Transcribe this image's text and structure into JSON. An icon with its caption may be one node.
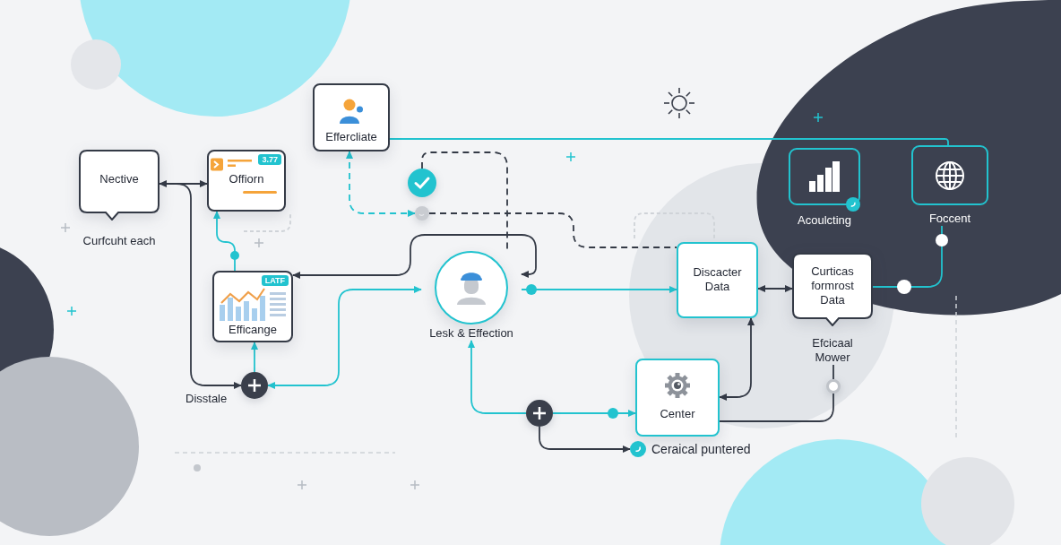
{
  "diagram": {
    "nodes": [
      {
        "text": [
          "Effercliate"
        ]
      },
      {
        "text": [
          "Nective"
        ],
        "beside": [
          "Curfcuht each"
        ]
      },
      {
        "text": [
          "3.77",
          "Offiorn"
        ]
      },
      {
        "text": [
          "Acoulcting"
        ]
      },
      {
        "text": [
          "Foccent"
        ]
      },
      {
        "text": [],
        "shape": "circle"
      },
      {
        "text": [],
        "shape": "circle"
      },
      {
        "text": [
          "LATF",
          "Efficange"
        ]
      },
      {
        "text": [
          "Lesk & Effection"
        ]
      },
      {
        "text": [
          "Discacter Data"
        ]
      },
      {
        "text": [
          "Curticas formrost Data"
        ],
        "beside": [
          "Efcicaal Mower"
        ]
      },
      {
        "text": [],
        "shape": "circle",
        "beside": [
          "Disstale"
        ]
      },
      {
        "text": [
          "Center"
        ]
      },
      {
        "text": [],
        "shape": "circle"
      },
      {
        "text": [],
        "shape": "circle"
      },
      {
        "text": [
          "Ceraical puntered"
        ]
      }
    ],
    "edges": [
      {
        "from": 1,
        "to": 2,
        "arrow": "both"
      },
      {
        "from": 1,
        "to": 11,
        "arrow": "to"
      },
      {
        "from": 0,
        "to": 6,
        "arrow": "both",
        "style": "dashed",
        "color": "#22c3cf"
      },
      {
        "from": 0,
        "to": 4,
        "arrow": "none",
        "color": "#22c3cf"
      },
      {
        "from": 5,
        "to": 8,
        "arrow": "none",
        "style": "dashed"
      },
      {
        "from": 6,
        "to": 9,
        "arrow": "none",
        "style": "dashed"
      },
      {
        "from": 8,
        "to": 7,
        "arrow": "both"
      },
      {
        "from": 8,
        "to": 11,
        "arrow": "both",
        "color": "#22c3cf"
      },
      {
        "from": 8,
        "to": 9,
        "arrow": "to",
        "color": "#22c3cf"
      },
      {
        "from": 7,
        "to": 2,
        "arrow": "to",
        "color": "#22c3cf"
      },
      {
        "from": 11,
        "to": 7,
        "arrow": "to",
        "color": "#22c3cf"
      },
      {
        "from": 9,
        "to": 10,
        "arrow": "both"
      },
      {
        "from": 9,
        "to": 12,
        "arrow": "both"
      },
      {
        "from": 10,
        "to": 4,
        "arrow": "none",
        "color": "#22c3cf"
      },
      {
        "from": 10,
        "to": 13,
        "arrow": "none"
      },
      {
        "from": 13,
        "to": 12,
        "arrow": "none"
      },
      {
        "from": 14,
        "to": 8,
        "arrow": "to",
        "color": "#22c3cf"
      },
      {
        "from": 14,
        "to": 12,
        "arrow": "to",
        "color": "#22c3cf"
      },
      {
        "from": 14,
        "to": 15,
        "arrow": "to"
      }
    ]
  }
}
